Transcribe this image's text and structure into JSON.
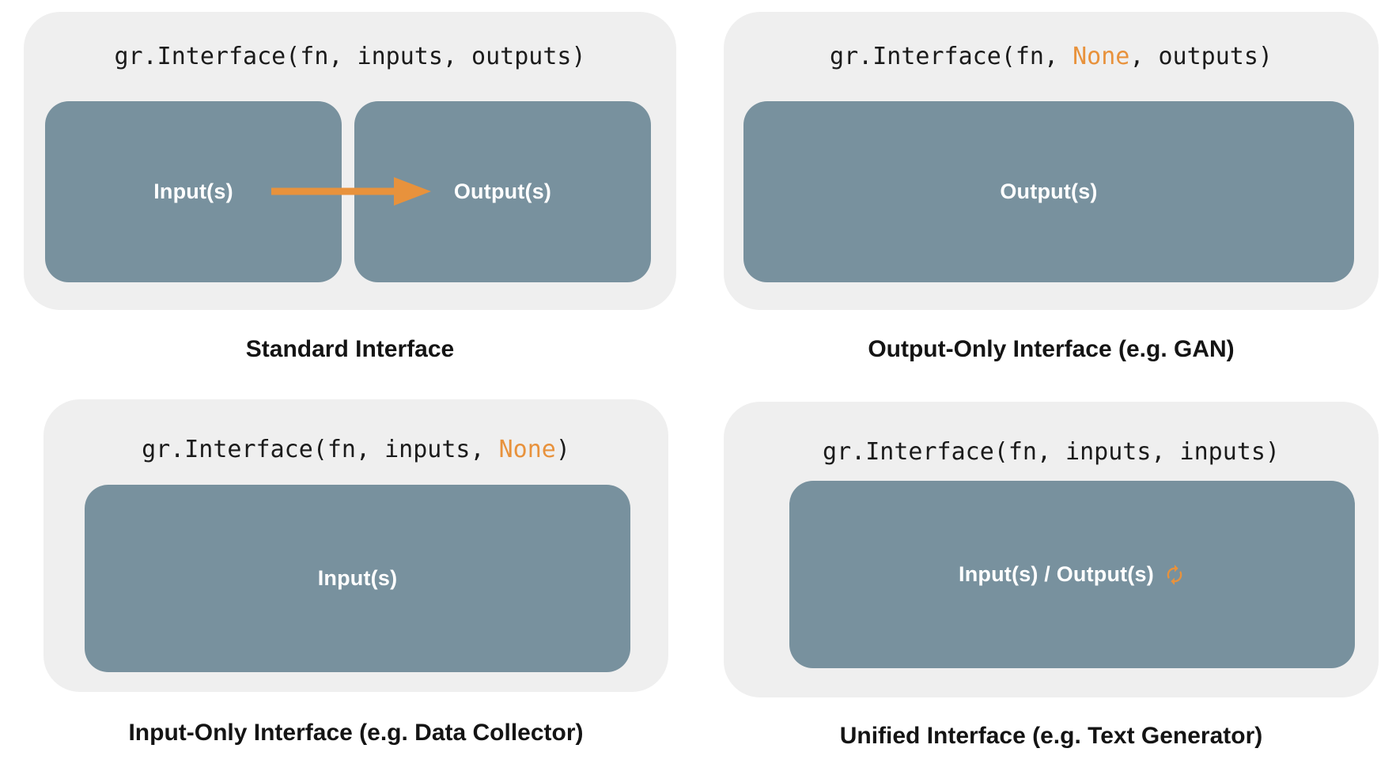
{
  "colors": {
    "accent_orange": "#E8923C",
    "box_slate": "#78919E",
    "panel_gray": "#EFEFEF",
    "code_black": "#1B1B1B",
    "caption_black": "#141414",
    "label_white": "#FFFFFF"
  },
  "icons": {
    "flow_arrow": "arrow-right-icon",
    "unified_sync": "sync-icon"
  },
  "panels": [
    {
      "name": "standard",
      "code": {
        "pre": "gr.Interface(fn, inputs, outputs)",
        "highlight": "",
        "post": ""
      },
      "boxes": [
        {
          "label": "Input(s)"
        },
        {
          "label": "Output(s)"
        }
      ],
      "caption": "Standard Interface"
    },
    {
      "name": "output-only",
      "code": {
        "pre": "gr.Interface(fn, ",
        "highlight": "None",
        "post": ", outputs)"
      },
      "boxes": [
        {
          "label": "Output(s)"
        }
      ],
      "caption": "Output-Only Interface (e.g. GAN)"
    },
    {
      "name": "input-only",
      "code": {
        "pre": "gr.Interface(fn, inputs, ",
        "highlight": "None",
        "post": ")"
      },
      "boxes": [
        {
          "label": "Input(s)"
        }
      ],
      "caption": "Input-Only Interface (e.g. Data Collector)"
    },
    {
      "name": "unified",
      "code": {
        "pre": "gr.Interface(fn, inputs, inputs)",
        "highlight": "",
        "post": ""
      },
      "boxes": [
        {
          "label": "Input(s) / Output(s)"
        }
      ],
      "caption": "Unified Interface (e.g. Text Generator)"
    }
  ]
}
